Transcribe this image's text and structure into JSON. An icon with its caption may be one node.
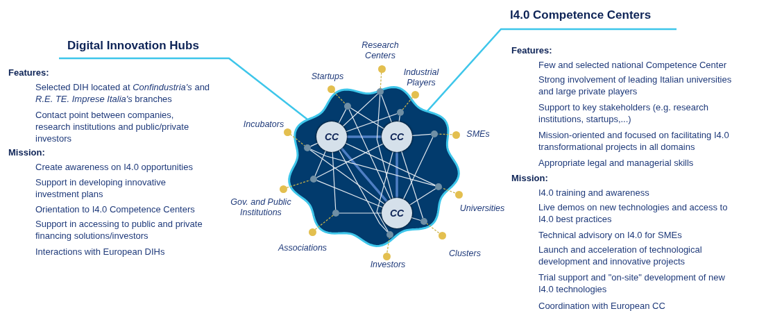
{
  "diagram": {
    "nodes": [
      {
        "text": [
          "Digital Innovation Hubs"
        ]
      },
      {
        "text": [
          "I4.0 Competence Centers"
        ]
      },
      {
        "text": [],
        "shape": "cloud"
      },
      {
        "text": [
          "CC"
        ],
        "in": 2
      },
      {
        "text": [
          "CC"
        ],
        "in": 2
      },
      {
        "text": [
          "CC"
        ],
        "in": 2
      },
      {
        "text": [],
        "shape": "circle",
        "in": 2
      },
      {
        "text": [],
        "shape": "circle",
        "in": 2
      },
      {
        "text": [],
        "shape": "circle",
        "in": 2
      },
      {
        "text": [],
        "shape": "circle",
        "in": 2
      },
      {
        "text": [],
        "shape": "circle",
        "in": 2
      },
      {
        "text": [],
        "shape": "circle",
        "in": 2
      },
      {
        "text": [],
        "shape": "circle",
        "in": 2
      },
      {
        "text": [],
        "shape": "circle",
        "in": 2
      },
      {
        "text": [],
        "shape": "circle",
        "in": 2
      },
      {
        "text": [],
        "shape": "circle",
        "in": 2
      },
      {
        "text": [],
        "shape": "circle",
        "beside": [
          "Research Centers"
        ]
      },
      {
        "text": [],
        "shape": "circle",
        "beside": [
          "Startups"
        ]
      },
      {
        "text": [],
        "shape": "circle",
        "beside": [
          "Industrial Players"
        ]
      },
      {
        "text": [],
        "shape": "circle",
        "beside": [
          "Incubators"
        ]
      },
      {
        "text": [],
        "shape": "circle",
        "beside": [
          "SMEs"
        ]
      },
      {
        "text": [],
        "shape": "circle",
        "beside": [
          "Gov. and Public Institutions"
        ]
      },
      {
        "text": [],
        "shape": "circle",
        "beside": [
          "Universities"
        ]
      },
      {
        "text": [],
        "shape": "circle",
        "beside": [
          "Associations"
        ]
      },
      {
        "text": [],
        "shape": "circle",
        "beside": [
          "Investors"
        ]
      },
      {
        "text": [],
        "shape": "circle",
        "beside": [
          "Clusters"
        ]
      }
    ],
    "edges": [
      {
        "from": 0,
        "to": 2,
        "arrow": "none",
        "color": "#3ec6ea"
      },
      {
        "from": 1,
        "to": 2,
        "arrow": "none",
        "color": "#3ec6ea"
      },
      {
        "from": 16,
        "to": 6,
        "arrow": "none",
        "style": "dashed",
        "color": "#c9b24a"
      },
      {
        "from": 17,
        "to": 7,
        "arrow": "none",
        "style": "dashed",
        "color": "#c9b24a"
      },
      {
        "from": 18,
        "to": 8,
        "arrow": "none",
        "style": "dashed",
        "color": "#c9b24a"
      },
      {
        "from": 19,
        "to": 9,
        "arrow": "none",
        "style": "dashed",
        "color": "#c9b24a"
      },
      {
        "from": 20,
        "to": 10,
        "arrow": "none",
        "style": "dashed",
        "color": "#c9b24a"
      },
      {
        "from": 21,
        "to": 11,
        "arrow": "none",
        "style": "dashed",
        "color": "#c9b24a"
      },
      {
        "from": 22,
        "to": 12,
        "arrow": "none",
        "style": "dashed",
        "color": "#c9b24a"
      },
      {
        "from": 23,
        "to": 13,
        "arrow": "none",
        "style": "dashed",
        "color": "#c9b24a"
      },
      {
        "from": 24,
        "to": 14,
        "arrow": "none",
        "style": "dashed",
        "color": "#c9b24a"
      },
      {
        "from": 25,
        "to": 15,
        "arrow": "none",
        "style": "dashed",
        "color": "#c9b24a"
      },
      {
        "from": 3,
        "to": 4,
        "arrow": "none",
        "style": "thick",
        "color": "#4f7fc4"
      },
      {
        "from": 3,
        "to": 5,
        "arrow": "none",
        "style": "thick",
        "color": "#4f7fc4"
      },
      {
        "from": 4,
        "to": 5,
        "arrow": "none",
        "style": "thick",
        "color": "#4f7fc4"
      },
      {
        "from": 6,
        "to": 3,
        "arrow": "none"
      },
      {
        "from": 6,
        "to": 4,
        "arrow": "none"
      },
      {
        "from": 6,
        "to": 5,
        "arrow": "none"
      },
      {
        "from": 7,
        "to": 3,
        "arrow": "none"
      },
      {
        "from": 7,
        "to": 4,
        "arrow": "none"
      },
      {
        "from": 7,
        "to": 5,
        "arrow": "none"
      },
      {
        "from": 8,
        "to": 3,
        "arrow": "none"
      },
      {
        "from": 8,
        "to": 4,
        "arrow": "none"
      },
      {
        "from": 9,
        "to": 3,
        "arrow": "none"
      },
      {
        "from": 9,
        "to": 5,
        "arrow": "none"
      },
      {
        "from": 9,
        "to": 12,
        "arrow": "none"
      },
      {
        "from": 10,
        "to": 4,
        "arrow": "none"
      },
      {
        "from": 10,
        "to": 5,
        "arrow": "none"
      },
      {
        "from": 11,
        "to": 3,
        "arrow": "none"
      },
      {
        "from": 11,
        "to": 4,
        "arrow": "none"
      },
      {
        "from": 11,
        "to": 5,
        "arrow": "none"
      },
      {
        "from": 13,
        "to": 3,
        "arrow": "none"
      },
      {
        "from": 13,
        "to": 5,
        "arrow": "none"
      },
      {
        "from": 14,
        "to": 3,
        "arrow": "none"
      },
      {
        "from": 14,
        "to": 4,
        "arrow": "none"
      },
      {
        "from": 12,
        "to": 3,
        "arrow": "none"
      },
      {
        "from": 12,
        "to": 5,
        "arrow": "none"
      },
      {
        "from": 15,
        "to": 4,
        "arrow": "none"
      },
      {
        "from": 15,
        "to": 5,
        "arrow": "none"
      }
    ],
    "labels": [
      "Features:",
      "Selected DIH located at *Confindustria's* and *R.E. TE. Imprese Italia's* branches",
      "Contact point between companies, research institutions and public/private investors",
      "Mission:",
      "Create awareness on I4.0 opportunities",
      "Support in developing innovative investment plans",
      "Orientation to I4.0 Competence Centers",
      "Support in accessing to public and private financing solutions/investors",
      "Interactions with European DIHs",
      "Features:",
      "Few and selected national Competence Center",
      "Strong involvement of leading Italian universities and large private players",
      "Support to key stakeholders (e.g. research institutions, startups,...)",
      "Mission-oriented and focused on facilitating I4.0 transformational projects in all domains",
      "Appropriate legal and managerial skills",
      "Mission:",
      "I4.0 training and awareness",
      "Live demos on new technologies and access to I4.0 best practices",
      "Technical advisory on I4.0 for SMEs",
      "Launch and acceleration of technological development and innovative projects",
      "Trial support and \"on-site\" development of new I4.0 technologies",
      "Coordination with European CC"
    ]
  }
}
